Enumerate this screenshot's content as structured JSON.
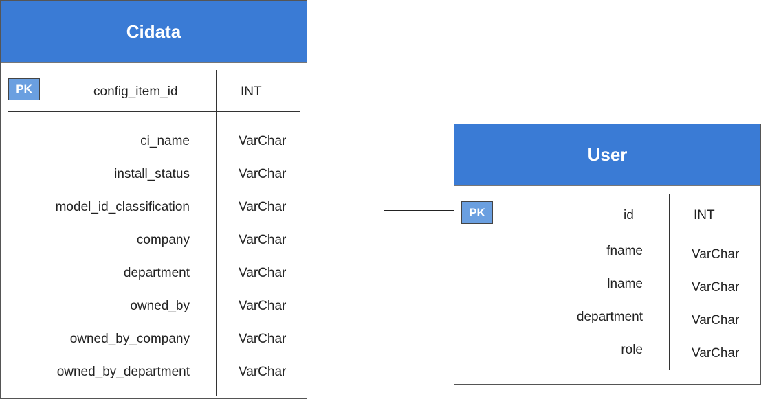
{
  "tables": {
    "cidata": {
      "title": "Cidata",
      "pk": {
        "badge": "PK",
        "name": "config_item_id",
        "type": "INT"
      },
      "fields": [
        {
          "name": "ci_name",
          "type": "VarChar"
        },
        {
          "name": "install_status",
          "type": "VarChar"
        },
        {
          "name": "model_id_classification",
          "type": "VarChar"
        },
        {
          "name": "company",
          "type": "VarChar"
        },
        {
          "name": "department",
          "type": "VarChar"
        },
        {
          "name": "owned_by",
          "type": "VarChar"
        },
        {
          "name": "owned_by_company",
          "type": "VarChar"
        },
        {
          "name": "owned_by_department",
          "type": "VarChar"
        }
      ]
    },
    "user": {
      "title": "User",
      "pk": {
        "badge": "PK",
        "name": "id",
        "type": "INT"
      },
      "fields": [
        {
          "name": "fname",
          "type": "VarChar"
        },
        {
          "name": "lname",
          "type": "VarChar"
        },
        {
          "name": "department",
          "type": "VarChar"
        },
        {
          "name": "role",
          "type": "VarChar"
        }
      ]
    }
  },
  "colors": {
    "header": "#3a7bd5",
    "pk_badge": "#6a9fe0"
  }
}
